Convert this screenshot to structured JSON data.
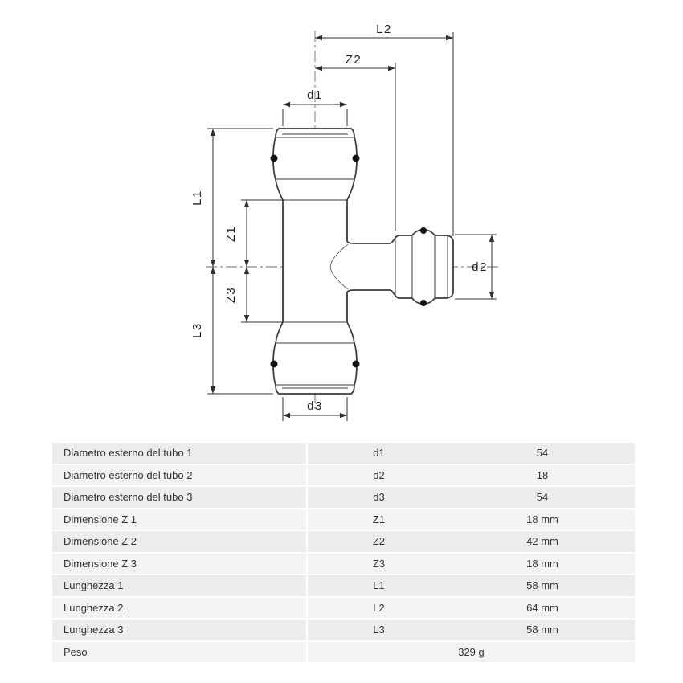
{
  "drawing": {
    "labels": {
      "L2": "L2",
      "Z2": "Z2",
      "d1": "d1",
      "L1": "L1",
      "Z1": "Z1",
      "Z3": "Z3",
      "L3": "L3",
      "d3": "d3",
      "d2": "d2"
    }
  },
  "table": {
    "rows": [
      {
        "label": "Diametro esterno del tubo 1",
        "symbol": "d1",
        "value": "54"
      },
      {
        "label": "Diametro esterno del tubo 2",
        "symbol": "d2",
        "value": "18"
      },
      {
        "label": "Diametro esterno del tubo 3",
        "symbol": "d3",
        "value": "54"
      },
      {
        "label": "Dimensione Z 1",
        "symbol": "Z1",
        "value": "18 mm"
      },
      {
        "label": "Dimensione Z 2",
        "symbol": "Z2",
        "value": "42 mm"
      },
      {
        "label": "Dimensione Z 3",
        "symbol": "Z3",
        "value": "18 mm"
      },
      {
        "label": "Lunghezza 1",
        "symbol": "L1",
        "value": "58 mm"
      },
      {
        "label": "Lunghezza 2",
        "symbol": "L2",
        "value": "64 mm"
      },
      {
        "label": "Lunghezza 3",
        "symbol": "L3",
        "value": "58 mm"
      },
      {
        "label": "Peso",
        "symbol": "",
        "value": "329 g"
      }
    ]
  }
}
